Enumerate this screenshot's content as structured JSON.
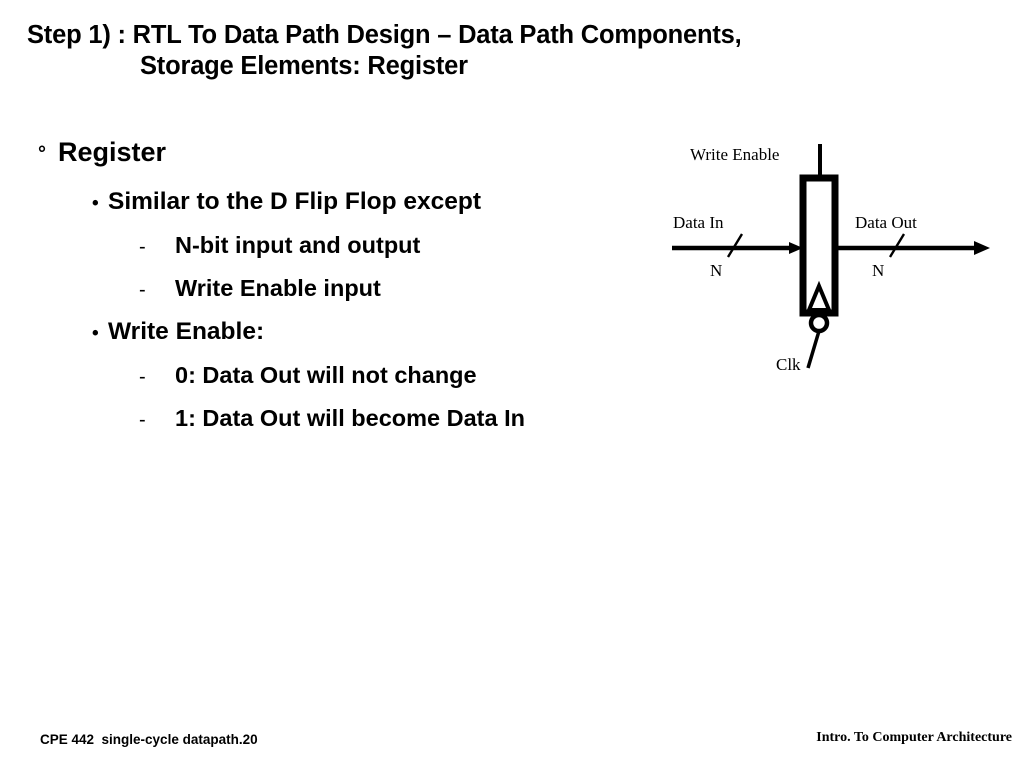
{
  "slide": {
    "background_color": "#ffffff",
    "text_color": "#000000"
  },
  "title": {
    "line1": "Step 1) : RTL To Data Path Design – Data Path Components,",
    "line2": "Storage Elements: Register"
  },
  "body": {
    "bullets": [
      {
        "level": 1,
        "mark": "°",
        "text": "Register"
      },
      {
        "level": 2,
        "mark": "•",
        "text": "Similar to the D Flip Flop except"
      },
      {
        "level": 3,
        "mark": "-",
        "text": "N-bit input and output"
      },
      {
        "level": 3,
        "mark": "-",
        "text": "Write Enable input"
      },
      {
        "level": 2,
        "mark": "•",
        "text": "Write Enable:"
      },
      {
        "level": 3,
        "mark": "-",
        "text": "0: Data Out will not change"
      },
      {
        "level": 3,
        "mark": "-",
        "text": "1: Data Out will become Data In"
      }
    ]
  },
  "diagram": {
    "name": "register-block-diagram",
    "labels": {
      "write_enable": "Write Enable",
      "data_in": "Data In",
      "data_out": "Data Out",
      "bus_width_in": "N",
      "bus_width_out": "N",
      "clk": "Clk"
    },
    "stroke_color": "#000000"
  },
  "footer": {
    "left": "CPE 442  single-cycle datapath.20",
    "right": "Intro. To Computer Architecture"
  }
}
